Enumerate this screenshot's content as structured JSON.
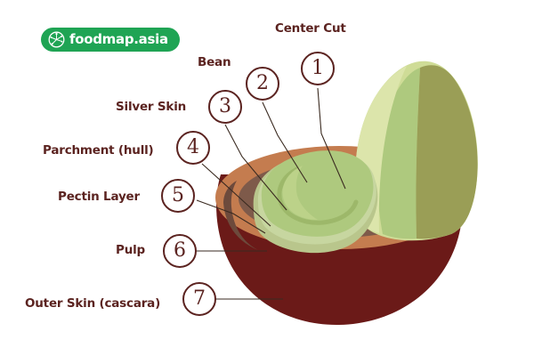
{
  "brand": {
    "name": "foodmap.asia",
    "icon": "globe-compass-icon",
    "pill_color": "#1fa454",
    "text_color": "#ffffff"
  },
  "diagram": {
    "title_label_color": "#5b2320",
    "subject": "coffee-cherry-cross-section",
    "callouts": [
      {
        "number": "1",
        "label": "Center Cut"
      },
      {
        "number": "2",
        "label": "Bean"
      },
      {
        "number": "3",
        "label": "Silver Skin"
      },
      {
        "number": "4",
        "label": "Parchment (hull)"
      },
      {
        "number": "5",
        "label": "Pectin Layer"
      },
      {
        "number": "6",
        "label": "Pulp"
      },
      {
        "number": "7",
        "label": "Outer Skin (cascara)"
      }
    ],
    "colors": {
      "outer_skin": "#6b1a18",
      "pulp": "#c47c4f",
      "pectin": "#7e5a4a",
      "parchment": "#b9c68c",
      "silver_skin": "#c7d6a0",
      "bean": "#aec97e",
      "bean_light": "#cfdc97",
      "bean_dark": "#9a9e56",
      "leader_line": "#3a2a20"
    }
  }
}
